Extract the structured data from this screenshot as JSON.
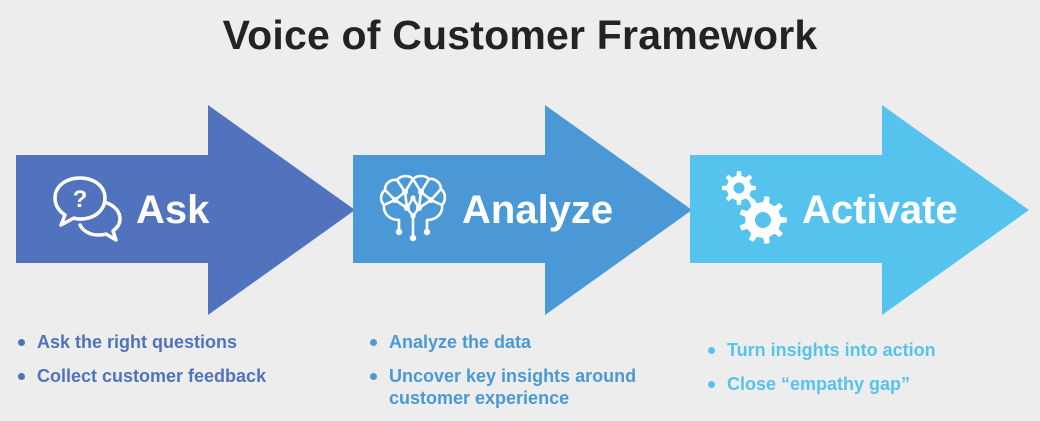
{
  "title": "Voice of Customer Framework",
  "stages": [
    {
      "label": "Ask",
      "icon": "speech-bubbles-question-icon",
      "color": "#5173bd",
      "bullets": [
        "Ask the right questions",
        "Collect customer feedback"
      ]
    },
    {
      "label": "Analyze",
      "icon": "brain-circuit-icon",
      "color": "#4a99d6",
      "bullets": [
        "Analyze the data",
        "Uncover key insights around customer experience"
      ]
    },
    {
      "label": "Activate",
      "icon": "gears-icon",
      "color": "#55c3ee",
      "bullets": [
        "Turn insights into action",
        "Close “empathy gap”"
      ]
    }
  ]
}
